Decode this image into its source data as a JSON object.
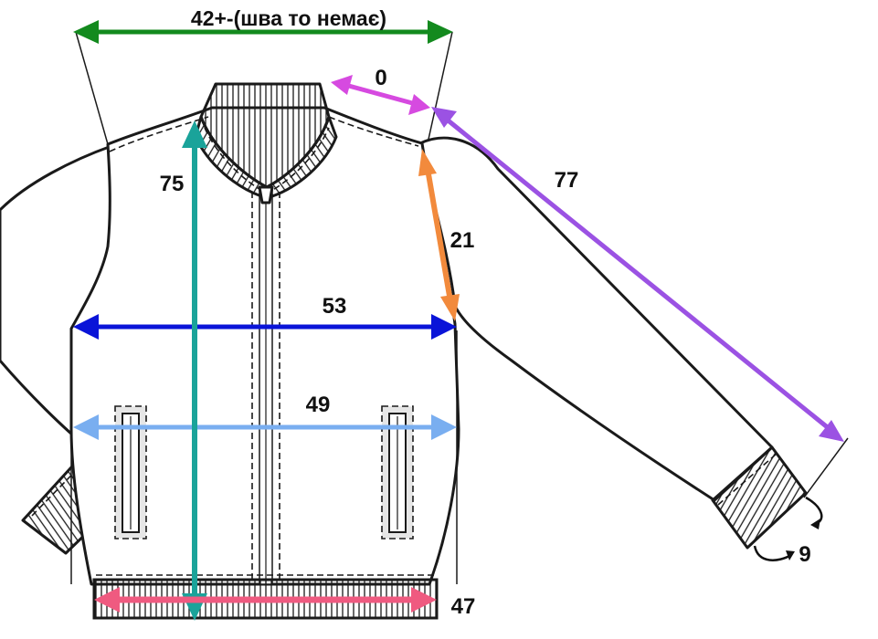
{
  "diagram": {
    "colors": {
      "shoulder_width": "#138a1e",
      "shoulder_seam": "#d64ae0",
      "sleeve_length": "#9b52e3",
      "armhole_depth": "#f28a3c",
      "chest_width": "#0a14d8",
      "hip_width": "#79aef0",
      "body_length": "#1aa39a",
      "hem_width": "#ef5a80",
      "cuff": "#111111"
    },
    "measurements": {
      "shoulder_width": "42+-(шва то немає)",
      "shoulder_seam": "0",
      "sleeve_length": "77",
      "armhole_depth": "21",
      "chest_width": "53",
      "hip_width": "49",
      "body_length": "75",
      "hem_width": "47",
      "cuff": "9"
    }
  }
}
